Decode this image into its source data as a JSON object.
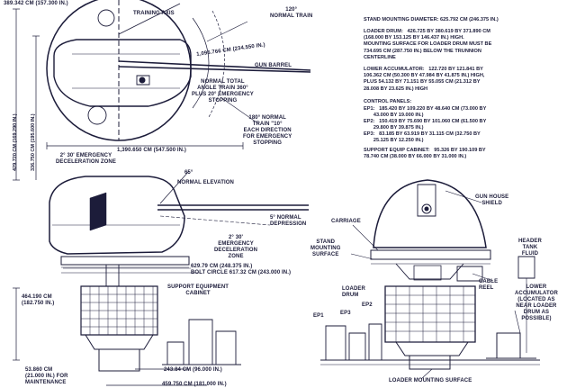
{
  "top_view": {
    "dim_top_left": "389.342 CM (157.300 IN.)",
    "training_axis": "TRAINING AXIS",
    "normal_train": "120°\nNORMAL TRAIN",
    "radius": "1,096.766 CM (234.550 IN.)",
    "gun_barrel": "GUN BARREL",
    "total_train": "NORMAL TOTAL\nANGLE TRAIN 360°\nPLUS 20° EMERGENCY\nSTOPPING",
    "each_direction": "180° NORMAL\nTRAIN \"10°\nEACH DIRECTION\nFOR EMERGENCY\nSTOPPING",
    "width": "1,390.650 CM (547.500 IN.)",
    "vert_dim_1": "429.720 CM (169.290 IN.)",
    "vert_dim_2": "336.750 CM (195.600 IN.)"
  },
  "side_view": {
    "decel_top": "2° 30' EMERGENCY\nDECELERATION ZONE",
    "elev_angle": "65°",
    "normal_elevation": "NORMAL ELEVATION",
    "normal_depression": "5° NORMAL\nDEPRESSION",
    "decel_bottom": "2° 30'\nEMERGENCY\nDECELERATION\nZONE",
    "base_dims": "629.79 CM (248.375 IN.)\nBOLT CIRCLE 617.32 CM (243.000 IN.)",
    "support_cabinet": "SUPPORT EQUIPMENT\nCABINET",
    "left_height": "464.190 CM\n(182.750 IN.)",
    "cabinet_width": "243.84 CM (96.000 IN.)",
    "maintenance": "53.860 CM\n(21.000 IN.) FOR\nMAINTENANCE",
    "bottom_dim": "459.750 CM (181.000 IN.)"
  },
  "specs": {
    "stand_diameter": "STAND MOUNTING DIAMETER: 625.792 CM (246.375 IN.)",
    "loader_drum": "LOADER DRUM:   426.725 BY 380.619 BY 371.890 CM\n(168.000 BY 153.125 BY 146.437 IN.) HIGH.\nMOUNTING SURFACE FOR LOADER DRUM MUST BE\n734.695 CM (287.750 IN.) BELOW THE TRUNNION\nCENTERLINE",
    "lower_accumulator": "LOWER ACCUMULATOR:   122.720 BY 121.841 BY\n106.362 CM (50.300 BY 47.984 BY 41.875 IN.) HIGH,\nPLUS 54.132 BY 71.151 BY 55.055 CM (21.312 BY\n28.008 BY 23.625 IN.) HIGH",
    "control_panels": "CONTROL PANELS:",
    "ep1": "EP1:   185.420 BY 109.220 BY 48.640 CM (73.000 BY\n       43.000 BY 19.000 IN.)",
    "ep2": "EP2:   150.419 BY 75.690 BY 101.060 CM (61.500 BY\n       29.800 BY 39.875 IN.)",
    "ep3": "EP3:   83.185 BY 63.919 BY 31.115 CM (32.750 BY\n       25.125 BY 12.250 IN.)",
    "support_cabinet": "SUPPORT EQUIP CABINET:   95.326 BY 190.109 BY\n78.740 CM (38.000 BY 66.000 BY 31.000 IN.)"
  },
  "front_view": {
    "gun_house_shield": "GUN HOUSE\nSHIELD",
    "carriage": "CARRIAGE",
    "stand_mounting_surface": "STAND\nMOUNTING\nSURFACE",
    "header_tank": "HEADER\nTANK\nFLUID",
    "loader_drum": "LOADER\nDRUM",
    "cable_reel": "CABLE\nREEL",
    "lower_accumulator": "LOWER\nACCUMULATOR\n(LOCATED AS\nNEAR LOADER\nDRUM AS\nPOSSIBLE)",
    "ep1": "EP1",
    "ep2": "EP2",
    "ep3": "EP3",
    "loader_mounting_surface": "LOADER MOUNTING SURFACE"
  }
}
